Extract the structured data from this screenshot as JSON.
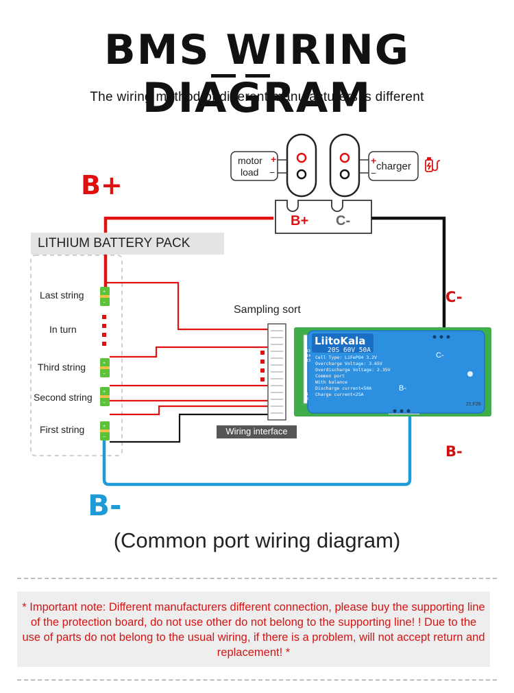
{
  "header": {
    "title": "BMS WIRING DIAGRAM",
    "subtitle": "The wiring method of different manufacturers is different"
  },
  "connector": {
    "motor_line1": "motor",
    "motor_line2": "load",
    "charger": "charger",
    "plug_bplus": "B+",
    "plug_cminus": "C-"
  },
  "labels": {
    "b_plus": "B+",
    "b_minus": "B-",
    "c_minus_side": "C-",
    "b_minus_side": "B-",
    "pack": "LITHIUM BATTERY PACK",
    "sampling": "Sampling sort",
    "wiring_interface": "Wiring interface"
  },
  "strings": [
    "Last string",
    "In turn",
    "Third string",
    "Second string",
    "First string"
  ],
  "board": {
    "brand": "LiitoKala",
    "model": "20S  60V  50A",
    "specs": [
      "Cell Type: LiFePO4 3.2V",
      "Overcharge Voltage: 3.65V",
      "Overdischarge Voltage: 2.35V",
      "Common port",
      "With balance",
      "Discharge current<50A",
      "Charge current<25A"
    ],
    "pad_c": "C-",
    "pad_b": "B-",
    "pins": [
      "B15",
      "B14",
      "B13",
      "B1",
      "B0"
    ],
    "code": "21.F26"
  },
  "caption": "(Common port wiring diagram)",
  "note": "* Important note: Different manufacturers different connection, please buy the supporting line of the protection board, do not use other do not belong to the supporting line! ! Due to the use of parts do not belong to the usual wiring, if there is a problem, will not accept return and replacement! *",
  "colors": {
    "positive": "#e01010",
    "negative": "#1e9ad6",
    "wire_black": "#111111",
    "board_blue": "#2d8fe0",
    "pcb_green": "#3fae4a"
  }
}
